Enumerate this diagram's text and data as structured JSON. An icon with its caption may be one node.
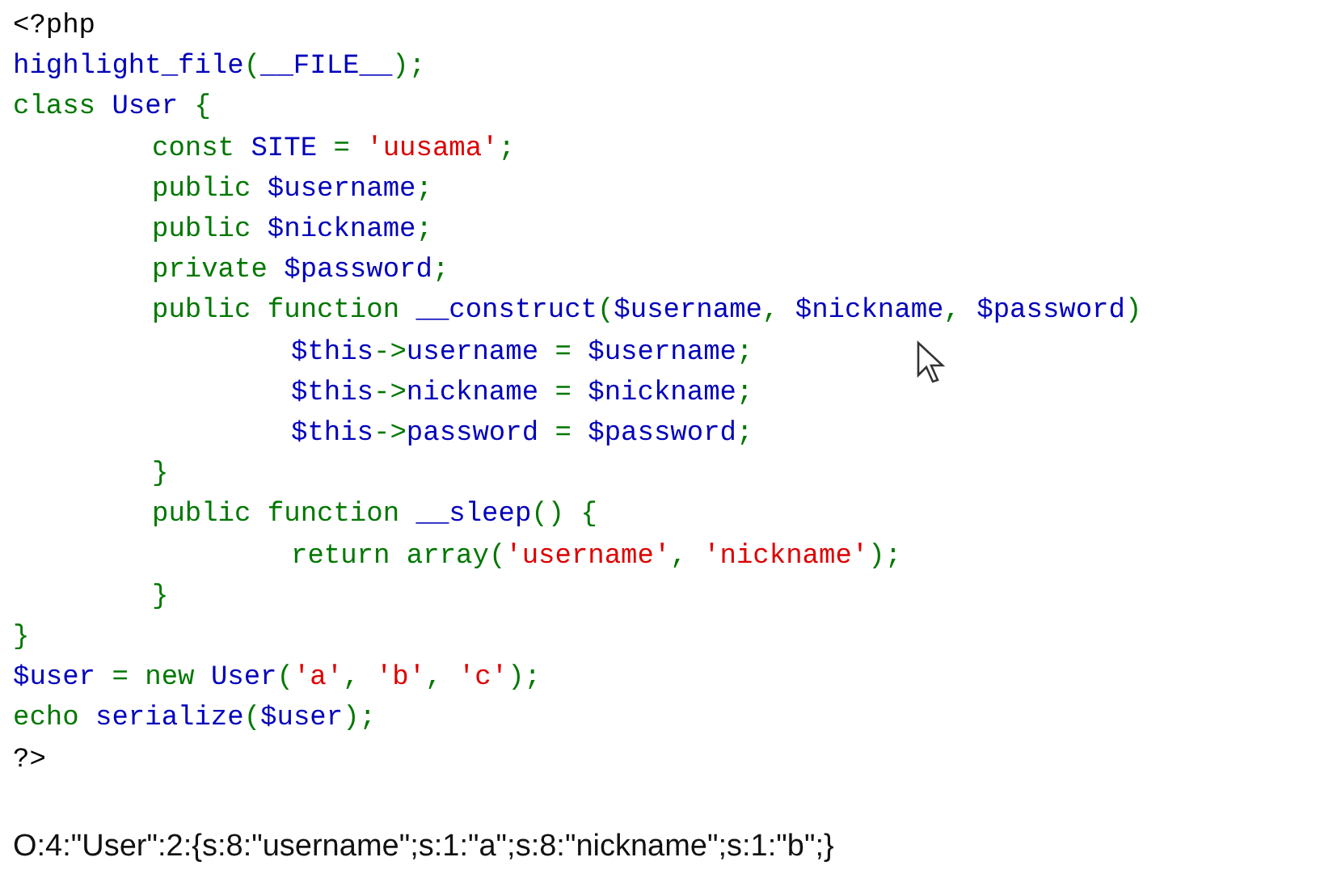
{
  "diagram": {
    "labels": [
      "<?php",
      "highlight_file(__FILE__);",
      "class User {",
      "const SITE = 'uusama';",
      "public $username;",
      "public $nickname;",
      "private $password;",
      "public function __construct($username, $nickname, $password)",
      "$this->username = $username;",
      "$this->nickname = $nickname;",
      "$this->password = $password;",
      "}",
      "public function __sleep() {",
      "return array('username', 'nickname');",
      "}",
      "}",
      "$user = new User('a', 'b', 'c');",
      "echo serialize($user);",
      "?>",
      "O:4:\"User\":2:{s:8:\"username\";s:1:\"a\";s:8:\"nickname\";s:1:\"b\";}"
    ]
  }
}
